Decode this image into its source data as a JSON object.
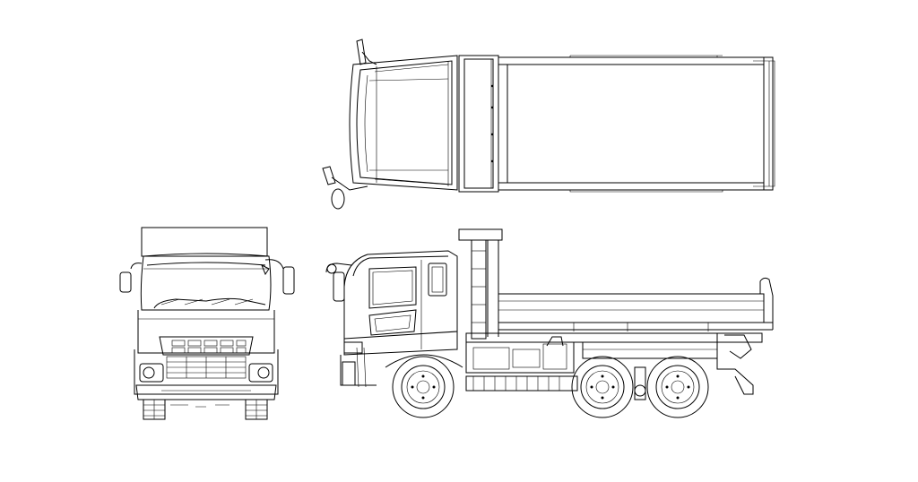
{
  "drawing": {
    "subject": "dump-truck",
    "views": [
      {
        "key": "top",
        "name": "top-view"
      },
      {
        "key": "front",
        "name": "front-view"
      },
      {
        "key": "side",
        "name": "side-view"
      }
    ],
    "colors": {
      "background": "#ffffff",
      "line": "#000000"
    }
  }
}
